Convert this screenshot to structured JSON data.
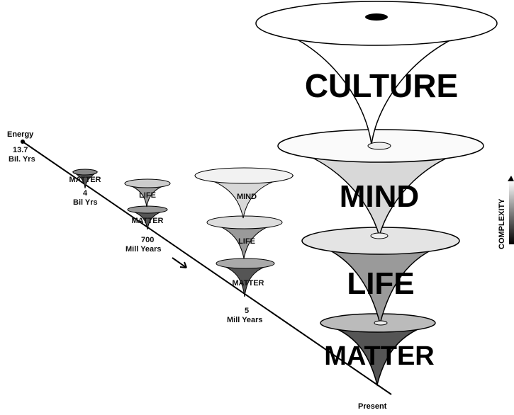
{
  "labels": {
    "energy": "Energy",
    "present": "Present",
    "complexity": "COMPLEXITY"
  },
  "time_markers": [
    {
      "line1": "13.7",
      "line2": "Bil. Yrs"
    },
    {
      "line1": "4",
      "line2": "Bil Yrs"
    },
    {
      "line1": "700",
      "line2": "Mill Years"
    },
    {
      "line1": "5",
      "line2": "Mill Years"
    }
  ],
  "stages": [
    {
      "funnels": [
        {
          "label": "MATTER",
          "fill": "#555555"
        }
      ]
    },
    {
      "funnels": [
        {
          "label": "MATTER",
          "fill": "#555555"
        },
        {
          "label": "LIFE",
          "fill": "#9a9a9a"
        }
      ]
    },
    {
      "funnels": [
        {
          "label": "MATTER",
          "fill": "#555555"
        },
        {
          "label": "LIFE",
          "fill": "#9a9a9a"
        },
        {
          "label": "MIND",
          "fill": "#d8d8d8"
        }
      ]
    },
    {
      "funnels": [
        {
          "label": "MATTER",
          "fill": "#555555"
        },
        {
          "label": "LIFE",
          "fill": "#9a9a9a"
        },
        {
          "label": "MIND",
          "fill": "#d8d8d8"
        },
        {
          "label": "CULTURE",
          "fill": "#ffffff"
        }
      ]
    }
  ],
  "colors": {
    "matter": "#555555",
    "life": "#9a9a9a",
    "mind": "#d8d8d8",
    "culture": "#ffffff",
    "outline": "#000000"
  }
}
